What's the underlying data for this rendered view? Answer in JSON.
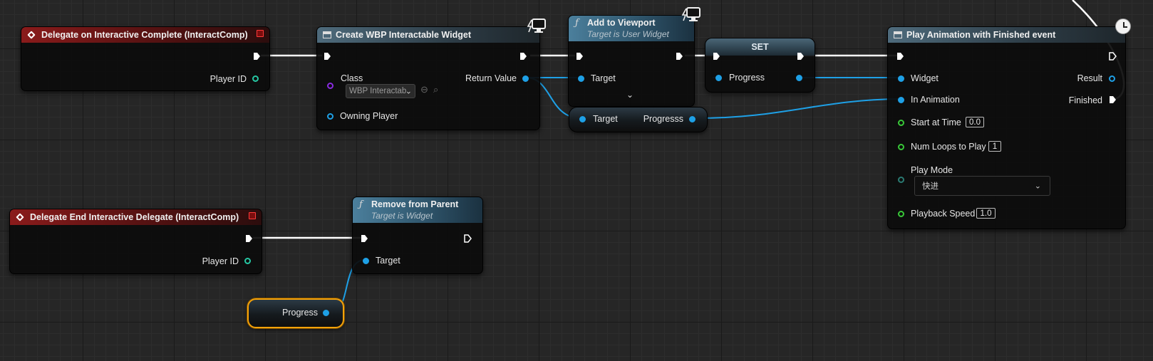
{
  "nodes": {
    "delegate_complete": {
      "title": "Delegate on Interactive Complete (InteractComp)",
      "player_id": "Player ID"
    },
    "delegate_end": {
      "title": "Delegate End Interactive Delegate (InteractComp)",
      "player_id": "Player ID"
    },
    "create_widget": {
      "title": "Create WBP Interactable Widget",
      "class_label": "Class",
      "class_value": "WBP Interactab",
      "owning_player": "Owning Player",
      "return_value": "Return Value"
    },
    "add_to_viewport": {
      "title": "Add to Viewport",
      "subtitle": "Target is User Widget",
      "target": "Target"
    },
    "set_node": {
      "title": "SET",
      "progress": "Progress"
    },
    "getter": {
      "target": "Target",
      "progresss": "Progresss"
    },
    "play_animation": {
      "title": "Play Animation with Finished event",
      "widget": "Widget",
      "in_animation": "In Animation",
      "start_at_time": "Start at Time",
      "start_at_time_value": "0.0",
      "num_loops": "Num Loops to Play",
      "num_loops_value": "1",
      "play_mode": "Play Mode",
      "play_mode_value": "快进",
      "playback_speed": "Playback Speed",
      "playback_speed_value": "1.0",
      "result": "Result",
      "finished": "Finished"
    },
    "remove_from_parent": {
      "title": "Remove from Parent",
      "subtitle": "Target is Widget",
      "target": "Target"
    },
    "progress_var": {
      "label": "Progress"
    }
  },
  "colors": {
    "exec_wire": "#ffffff",
    "object_pin": "#1ea0e6",
    "int_pin": "#26c8a4",
    "float_pin": "#38c838",
    "class_pin": "#8a2be2",
    "event_header": "#8a1b1b",
    "selection": "#f5a20a"
  }
}
